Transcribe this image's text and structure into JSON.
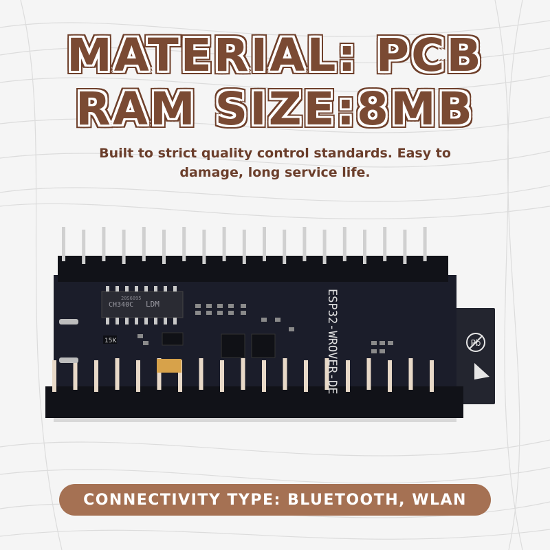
{
  "headline": {
    "line1": "MATERIAL: PCB",
    "line2": "RAM SIZE:8MB"
  },
  "subtitle": {
    "line1": "Built to strict quality control standards. Easy to",
    "line2": "damage, long service life."
  },
  "banner": {
    "text": "CONNECTIVITY TYPE: BLUETOOTH, WLAN"
  },
  "board": {
    "module_label": "ESP32-WROVER-DE",
    "chip_label": "CH340C",
    "chip_brand": "LDM",
    "chip_code": "20S6895",
    "resistor_label": "15K",
    "pb_free_mark": "Pb"
  },
  "colors": {
    "headline": "#7a4a33",
    "headline_outline": "#6e3f2a",
    "subtitle": "#6b3e2b",
    "banner_bg": "#a57153",
    "banner_text": "#ffffff",
    "pcb": "#1b1d2a"
  }
}
